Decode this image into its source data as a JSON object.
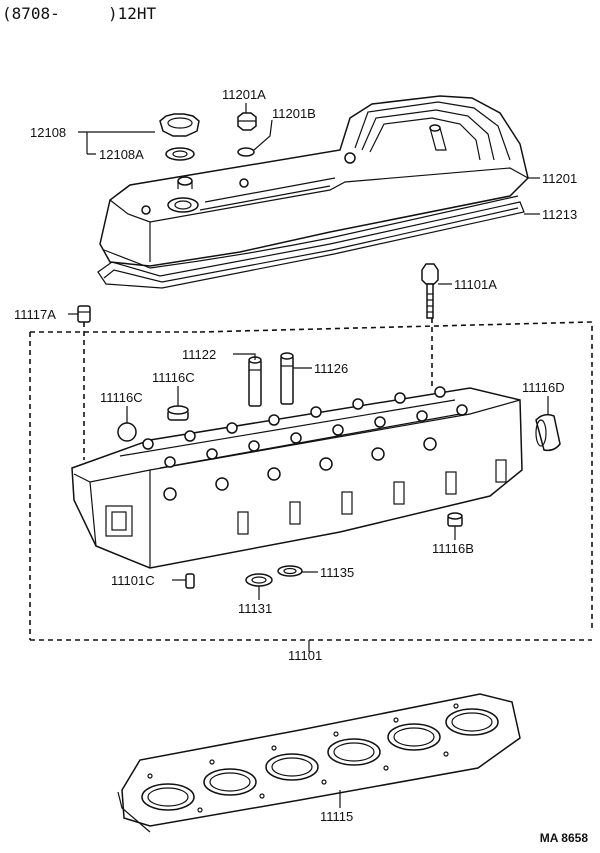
{
  "header": {
    "text": "(8708-     )12HT"
  },
  "footer": {
    "code": "MA 8658"
  },
  "labels": {
    "p12108": "12108",
    "p12108A": "12108A",
    "p11201A": "11201A",
    "p11201B": "11201B",
    "p11201": "11201",
    "p11213": "11213",
    "p11101A": "11101A",
    "p11117A": "11117A",
    "p11122": "11122",
    "p11126": "11126",
    "p11116C_1": "11116C",
    "p11116C_2": "11116C",
    "p11116D": "11116D",
    "p11116B": "11116B",
    "p11101C": "11101C",
    "p11135": "11135",
    "p11131": "11131",
    "p11101": "11101",
    "p11115": "11115"
  }
}
